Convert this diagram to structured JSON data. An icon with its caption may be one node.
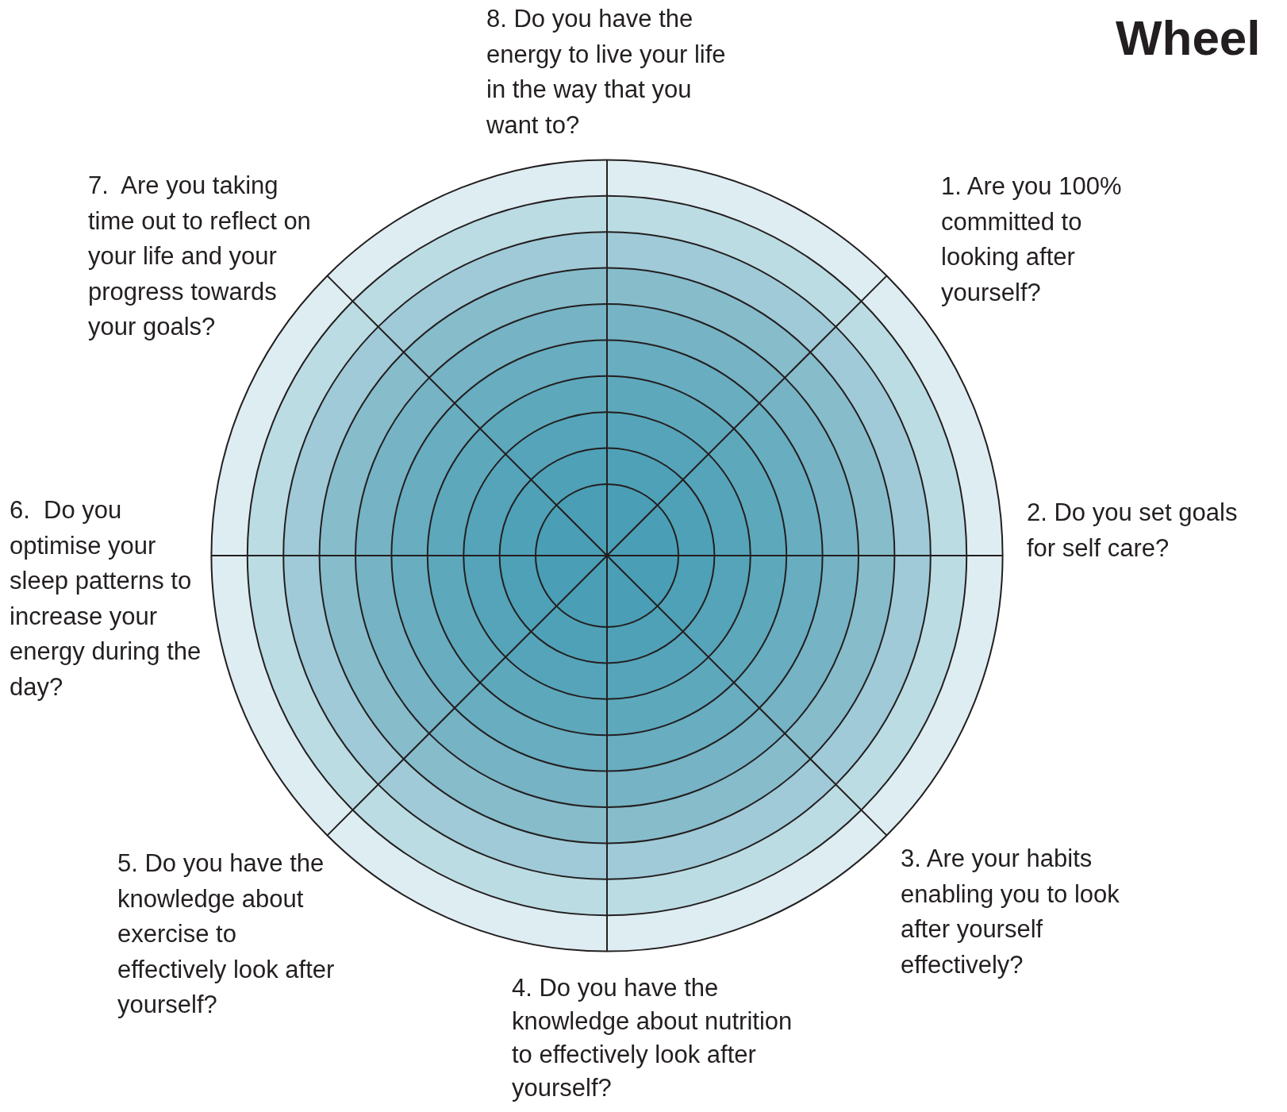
{
  "diagram": {
    "title": "Wheel",
    "labels": [
      "8. Do you have the energy to live your life in the way that you want to?",
      "1. Are you 100% committed to looking after yourself?",
      "2. Do you set goals for self care?",
      "3. Are your habits enabling you to look after yourself effectively?",
      "4. Do you have the knowledge about nutrition to effectively look after yourself?",
      "5. Do you have the knowledge about exercise to effectively look after yourself?",
      "6.  Do you optimise your sleep patterns to increase your energy during the day?",
      "7.  Are you taking time out to reflect on your life and your progress towards your goals?"
    ]
  }
}
